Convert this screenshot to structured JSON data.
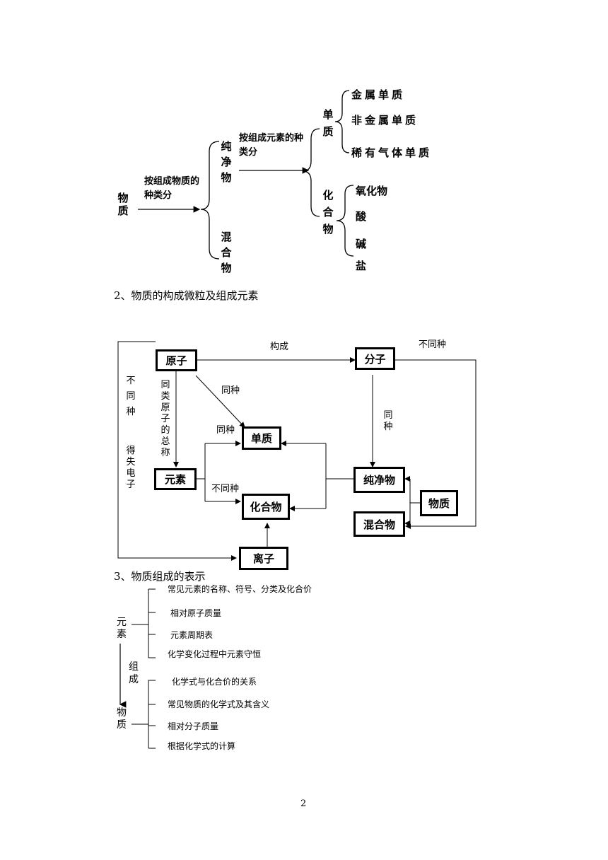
{
  "tree": {
    "root": "物质",
    "edge1": "按组成物质的种类分",
    "pure": "纯净物",
    "mixture": "混合物",
    "edge2": "按组成元素的种类分",
    "element_sub": "单质",
    "compound": "化合物",
    "element_items": [
      "金属单质",
      "非金属单质",
      "稀有气体单质"
    ],
    "compound_items": [
      "氧化物",
      "酸",
      "碱",
      "盐"
    ]
  },
  "section2": {
    "heading": "2、物质的构成微粒及组成元素"
  },
  "diagram2": {
    "nodes": {
      "atom": "原子",
      "molecule": "分子",
      "element_sub": "单质",
      "element": "元素",
      "compound": "化合物",
      "pure": "纯净物",
      "matter": "物质",
      "mixture": "混合物",
      "ion": "离子"
    },
    "labels": {
      "forms": "构成",
      "diff_kind_top": "不同种",
      "same_kind_diag": "同种",
      "same_kind_left": "同种",
      "same_kind_right": "同种",
      "diff_kind_mid": "不同种",
      "same_atom_total": "同类原子的总称",
      "diff_kind_vertical": "不同种",
      "gain_lose_electron": "得失电子"
    }
  },
  "section3": {
    "heading": "3、物质组成的表示",
    "top_label": "元素",
    "middle_label": "组成",
    "bottom_label": "物质",
    "element_items": [
      "常见元素的名称、符号、分类及化合价",
      "相对原子质量",
      "元素周期表",
      "化学变化过程中元素守恒"
    ],
    "matter_items": [
      "化学式与化合价的关系",
      "常见物质的化学式及其含义",
      "相对分子质量",
      "根据化学式的计算"
    ]
  },
  "footer": {
    "page_number": "2"
  }
}
